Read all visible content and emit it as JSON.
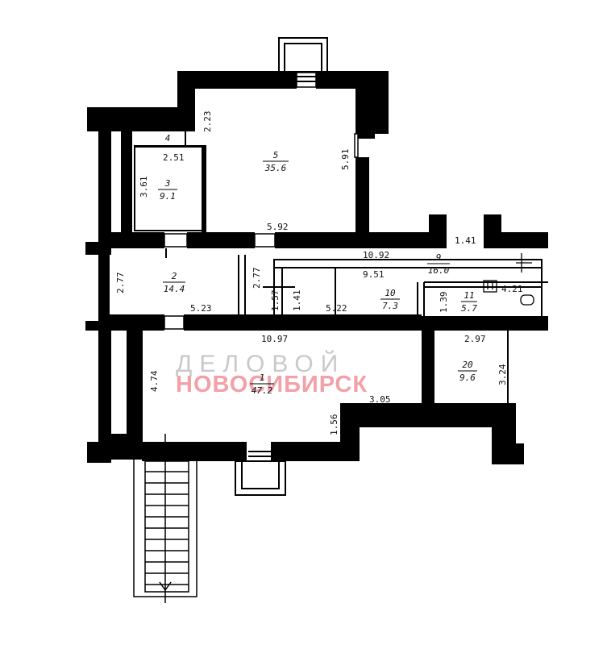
{
  "watermark": {
    "line1": "ДЕЛОВОЙ",
    "line2": "НОВОСИБИРСК"
  },
  "rooms": [
    {
      "id": "1",
      "area": "47.2"
    },
    {
      "id": "2",
      "area": "14.4"
    },
    {
      "id": "3",
      "area": "9.1"
    },
    {
      "id": "4",
      "area": ""
    },
    {
      "id": "5",
      "area": "35.6"
    },
    {
      "id": "9",
      "area": "16.0"
    },
    {
      "id": "10",
      "area": "7.3"
    },
    {
      "id": "11",
      "area": "5.7"
    },
    {
      "id": "20",
      "area": "9.6"
    }
  ],
  "dimensions": [
    "2.23",
    "2.51",
    "3.61",
    "5.91",
    "5.92",
    "1.41",
    "10.92",
    "9.51",
    "2.77",
    "2.77",
    "1.57",
    "1.41",
    "1.39",
    "4.21",
    "5.23",
    "5.22",
    "10.97",
    "2.97",
    "4.74",
    "3.24",
    "3.05",
    "1.56"
  ]
}
